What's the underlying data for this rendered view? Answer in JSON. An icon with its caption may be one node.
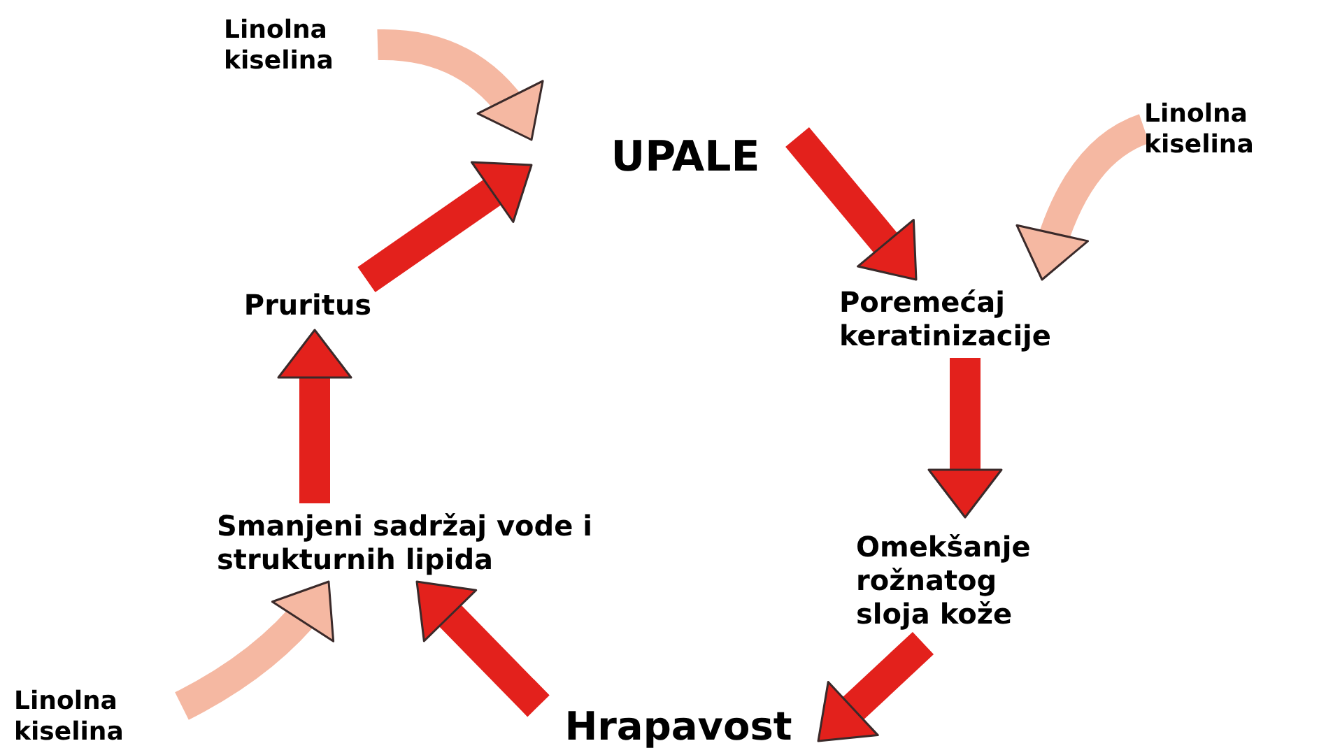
{
  "diagram": {
    "nodes": [
      {
        "text": [
          "UPALE"
        ]
      },
      {
        "text": [
          "Poremećaj keratinizacije"
        ]
      },
      {
        "text": [
          "Omekšanje rožnatog sloja kože"
        ]
      },
      {
        "text": [
          "Hrapavost"
        ]
      },
      {
        "text": [
          "Smanjeni sadržaj vode i strukturnih lipida"
        ]
      },
      {
        "text": [
          "Pruritus"
        ]
      },
      {
        "text": [
          "Linolna kiselina"
        ]
      },
      {
        "text": [
          "Linolna kiselina"
        ]
      },
      {
        "text": [
          "Linolna kiselina"
        ]
      }
    ],
    "edges": [
      {
        "from": 0,
        "to": 1,
        "arrow": "to"
      },
      {
        "from": 1,
        "to": 2,
        "arrow": "to"
      },
      {
        "from": 2,
        "to": 3,
        "arrow": "to"
      },
      {
        "from": 3,
        "to": 4,
        "arrow": "to"
      },
      {
        "from": 4,
        "to": 5,
        "arrow": "to"
      },
      {
        "from": 5,
        "to": 0,
        "arrow": "to"
      },
      {
        "from": 6,
        "to": 0,
        "arrow": "to",
        "color": "#f5b8a2"
      },
      {
        "from": 7,
        "to": 1,
        "arrow": "to",
        "color": "#f5b8a2"
      },
      {
        "from": 8,
        "to": 4,
        "arrow": "to",
        "color": "#f5b8a2"
      }
    ]
  }
}
